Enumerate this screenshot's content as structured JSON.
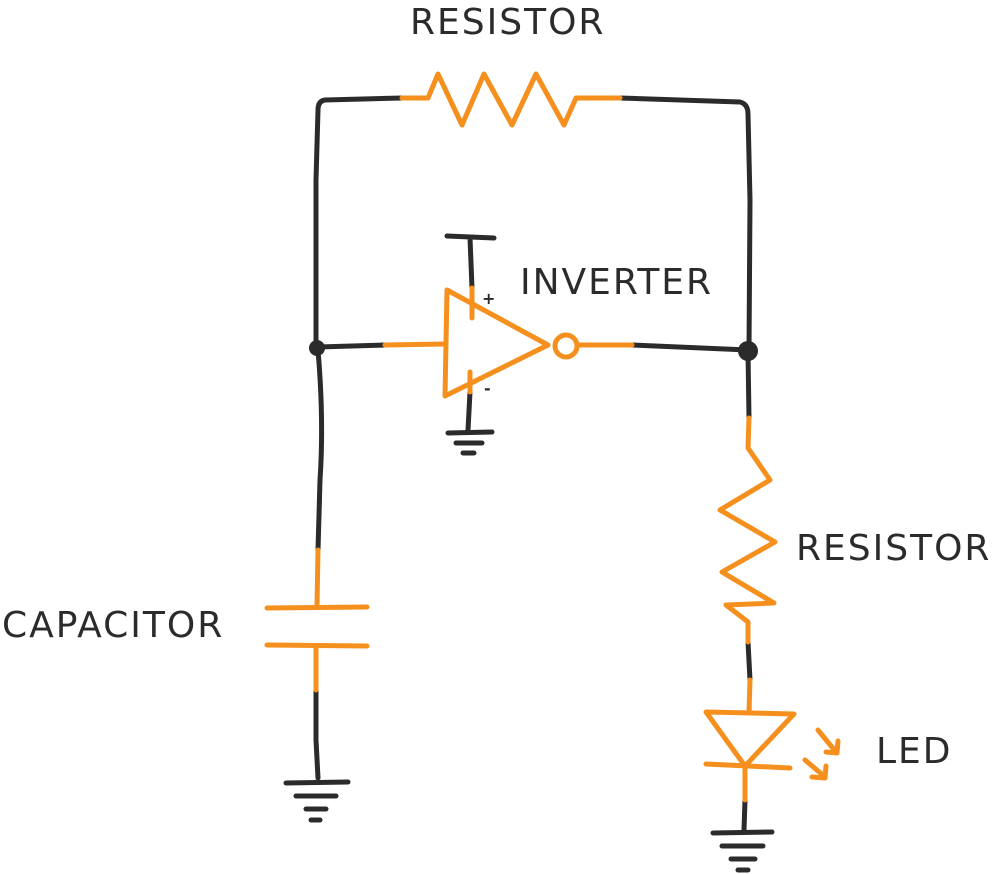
{
  "labels": {
    "top_resistor": "RESISTOR",
    "inverter": "INVERTER",
    "right_resistor": "RESISTOR",
    "capacitor": "CAPACITOR",
    "led": "LED",
    "plus": "+",
    "minus": "-"
  },
  "colors": {
    "wire": "#2b2b2b",
    "component": "#f5901e"
  }
}
